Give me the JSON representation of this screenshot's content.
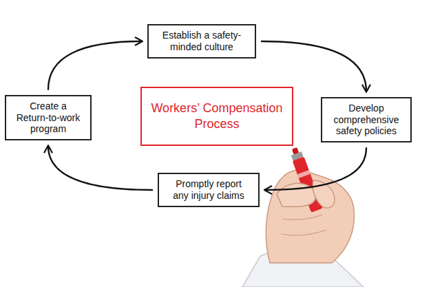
{
  "diagram": {
    "nodes": [
      {
        "text": [
          "Establish a safety-minded culture"
        ]
      },
      {
        "text": [
          "Create a Return-to-work program"
        ]
      },
      {
        "text": [
          "Workers’ Compensation Process"
        ]
      },
      {
        "text": [
          "Develop comprehensive safety policies"
        ]
      },
      {
        "text": [
          "Promptly report any injury claims"
        ]
      }
    ],
    "edges": [
      {
        "from": 0,
        "to": 3,
        "arrow": "to"
      },
      {
        "from": 3,
        "to": 4,
        "arrow": "to"
      },
      {
        "from": 4,
        "to": 1,
        "arrow": "to"
      },
      {
        "from": 1,
        "to": 0,
        "arrow": "to"
      }
    ]
  }
}
